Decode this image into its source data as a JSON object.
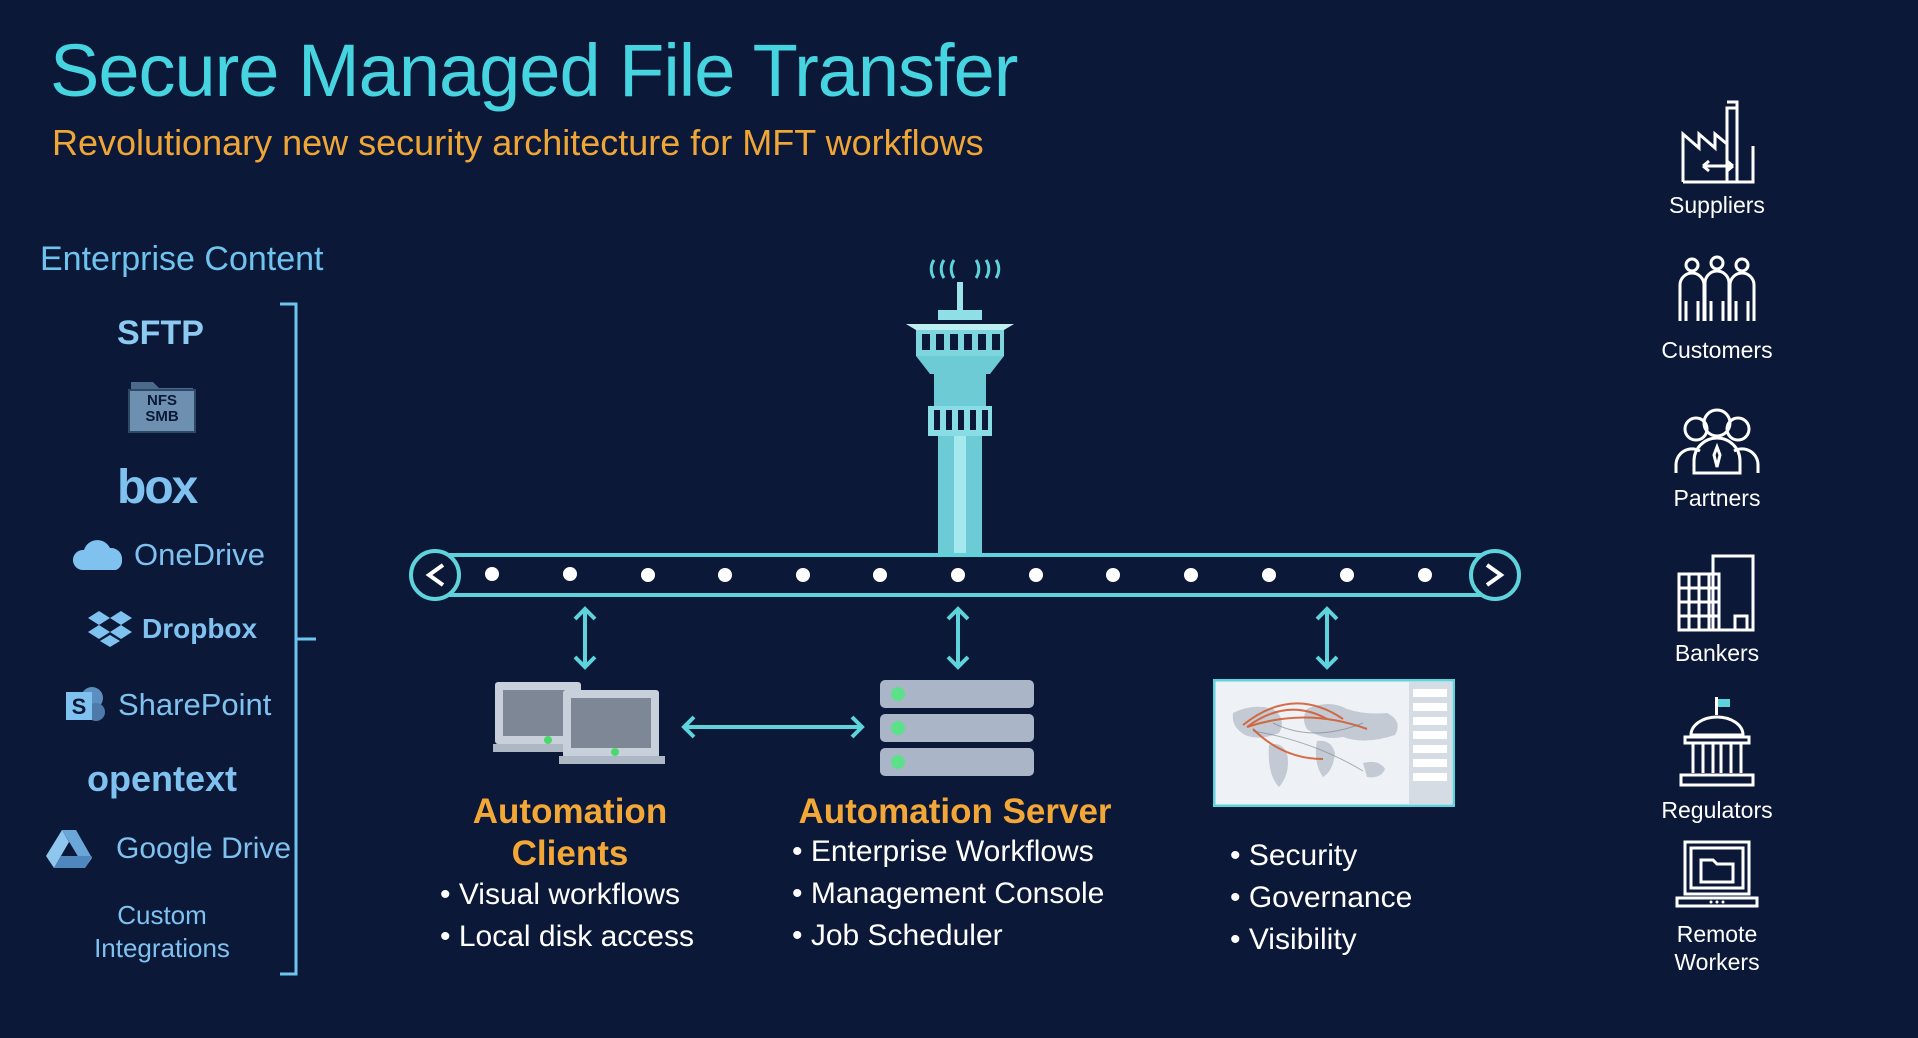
{
  "title": "Secure Managed File Transfer",
  "subtitle": "Revolutionary new security architecture for MFT workflows",
  "enterprise": {
    "heading": "Enterprise Content",
    "sftp": "SFTP",
    "nfs_line1": "NFS",
    "nfs_line2": "SMB",
    "box": "box",
    "onedrive": "OneDrive",
    "dropbox": "Dropbox",
    "sharepoint": "SharePoint",
    "opentext": "opentext",
    "googledrive": "Google Drive",
    "custom_line1": "Custom",
    "custom_line2": "Integrations"
  },
  "clients": {
    "title_line1": "Automation",
    "title_line2": "Clients",
    "bullets": [
      "Visual workflows",
      "Local disk access"
    ]
  },
  "server": {
    "title": "Automation Server",
    "bullets": [
      "Enterprise Workflows",
      "Management Console",
      "Job Scheduler"
    ]
  },
  "dashboard": {
    "bullets": [
      "Security",
      "Governance",
      "Visibility"
    ]
  },
  "stakeholders": [
    {
      "label": "Suppliers",
      "icon": "factory-icon"
    },
    {
      "label": "Customers",
      "icon": "customers-icon"
    },
    {
      "label": "Partners",
      "icon": "partners-icon"
    },
    {
      "label": "Bankers",
      "icon": "bank-building-icon"
    },
    {
      "label": "Regulators",
      "icon": "government-building-icon"
    },
    {
      "label_line1": "Remote",
      "label_line2": "Workers",
      "icon": "laptop-folder-icon"
    }
  ],
  "colors": {
    "background": "#0b1838",
    "title": "#45d4e0",
    "accent_orange": "#f3a736",
    "source_blue": "#7fc2ef",
    "cyan_line": "#5fd3dc"
  }
}
